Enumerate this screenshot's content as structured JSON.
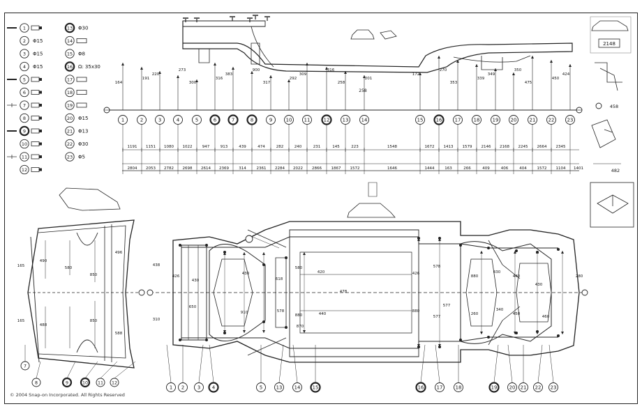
{
  "legend": {
    "rows": [
      {
        "left": "1",
        "left_spec": "",
        "right": "13",
        "right_spec": "Φ30",
        "left_bold": false,
        "right_bold": true
      },
      {
        "left": "2",
        "left_spec": "Φ15",
        "right": "14",
        "right_spec": "",
        "left_bold": false,
        "right_bold": false
      },
      {
        "left": "3",
        "left_spec": "Φ15",
        "right": "15",
        "right_spec": "Φ8",
        "left_bold": false,
        "right_bold": false
      },
      {
        "left": "4",
        "left_spec": "Φ15",
        "right": "16",
        "right_spec": "Ω: 35x30",
        "left_bold": false,
        "right_bold": true
      },
      {
        "left": "5",
        "left_spec": "",
        "right": "17",
        "right_spec": "",
        "left_bold": false,
        "right_bold": false
      },
      {
        "left": "6",
        "left_spec": "",
        "right": "18",
        "right_spec": "",
        "left_bold": false,
        "right_bold": false
      },
      {
        "left": "7",
        "left_spec": "",
        "right": "19",
        "right_spec": "",
        "left_bold": false,
        "right_bold": false
      },
      {
        "left": "8",
        "left_spec": "",
        "right": "20",
        "right_spec": "Φ15",
        "left_bold": false,
        "right_bold": false
      },
      {
        "left": "9",
        "left_spec": "",
        "right": "21",
        "right_spec": "Φ13",
        "left_bold": true,
        "right_bold": false
      },
      {
        "left": "10",
        "left_spec": "",
        "right": "22",
        "right_spec": "Φ30",
        "left_bold": false,
        "right_bold": false
      },
      {
        "left": "11",
        "left_spec": "",
        "right": "23",
        "right_spec": "Φ5",
        "left_bold": false,
        "right_bold": false
      },
      {
        "left": "12",
        "left_spec": "",
        "right": "",
        "right_spec": "",
        "left_bold": false,
        "right_bold": false
      }
    ]
  },
  "side_view": {
    "ref_points": [
      "1",
      "2",
      "3",
      "4",
      "5",
      "6",
      "7",
      "8",
      "9",
      "10",
      "11",
      "12",
      "13",
      "14",
      "15",
      "16",
      "17",
      "18",
      "19",
      "20",
      "21",
      "22",
      "23"
    ],
    "bold_points": [
      "6",
      "7",
      "8",
      "12",
      "16"
    ],
    "heights": [
      "164",
      "191",
      "220",
      "273",
      "300",
      "316",
      "383",
      "900",
      "317",
      "292",
      "309",
      "316",
      "258",
      "201",
      "172",
      "270",
      "353",
      "339",
      "349",
      "350",
      "475",
      "450",
      "424"
    ],
    "row1": [
      "1191",
      "1151",
      "1080",
      "1022",
      "947",
      "913",
      "439",
      "474",
      "282",
      "240",
      "231",
      "145",
      "223",
      "1548",
      "1672",
      "1413",
      "1579",
      "2146",
      "2168",
      "2245",
      "2664",
      "2345"
    ],
    "row2": [
      "2804",
      "2053",
      "2782",
      "2698",
      "2614",
      "2369",
      "314",
      "2361",
      "2284",
      "2022",
      "2866",
      "1867",
      "1572",
      "1646",
      "1444",
      "163",
      "266",
      "409",
      "406",
      "404",
      "1572",
      "1104",
      "1401"
    ],
    "annot_top": "2148",
    "annot_right": "458",
    "annot_right2": "482",
    "annot_mid": "258"
  },
  "bottom_view": {
    "front_labels": [
      "165",
      "490",
      "580",
      "850",
      "496",
      "588",
      "850",
      "165",
      "488"
    ],
    "main_labels": [
      "438",
      "310",
      "426",
      "430",
      "650",
      "430",
      "910",
      "618",
      "578",
      "580",
      "880",
      "420",
      "440",
      "478",
      "870",
      "426",
      "880",
      "578",
      "577",
      "577",
      "880",
      "260",
      "430",
      "340",
      "440",
      "450",
      "430",
      "460",
      "280"
    ],
    "callouts_bottom": [
      "1",
      "2",
      "3",
      "4",
      "5",
      "13",
      "14",
      "15",
      "16",
      "17",
      "18",
      "19",
      "20",
      "21",
      "22",
      "23"
    ],
    "callouts_front": [
      "7",
      "8",
      "9",
      "10",
      "11",
      "12"
    ],
    "bold_callouts": [
      "4",
      "9",
      "10",
      "15",
      "16",
      "19"
    ]
  },
  "copyright": "© 2004 Snap-on Incorporated. All Rights Reserved"
}
